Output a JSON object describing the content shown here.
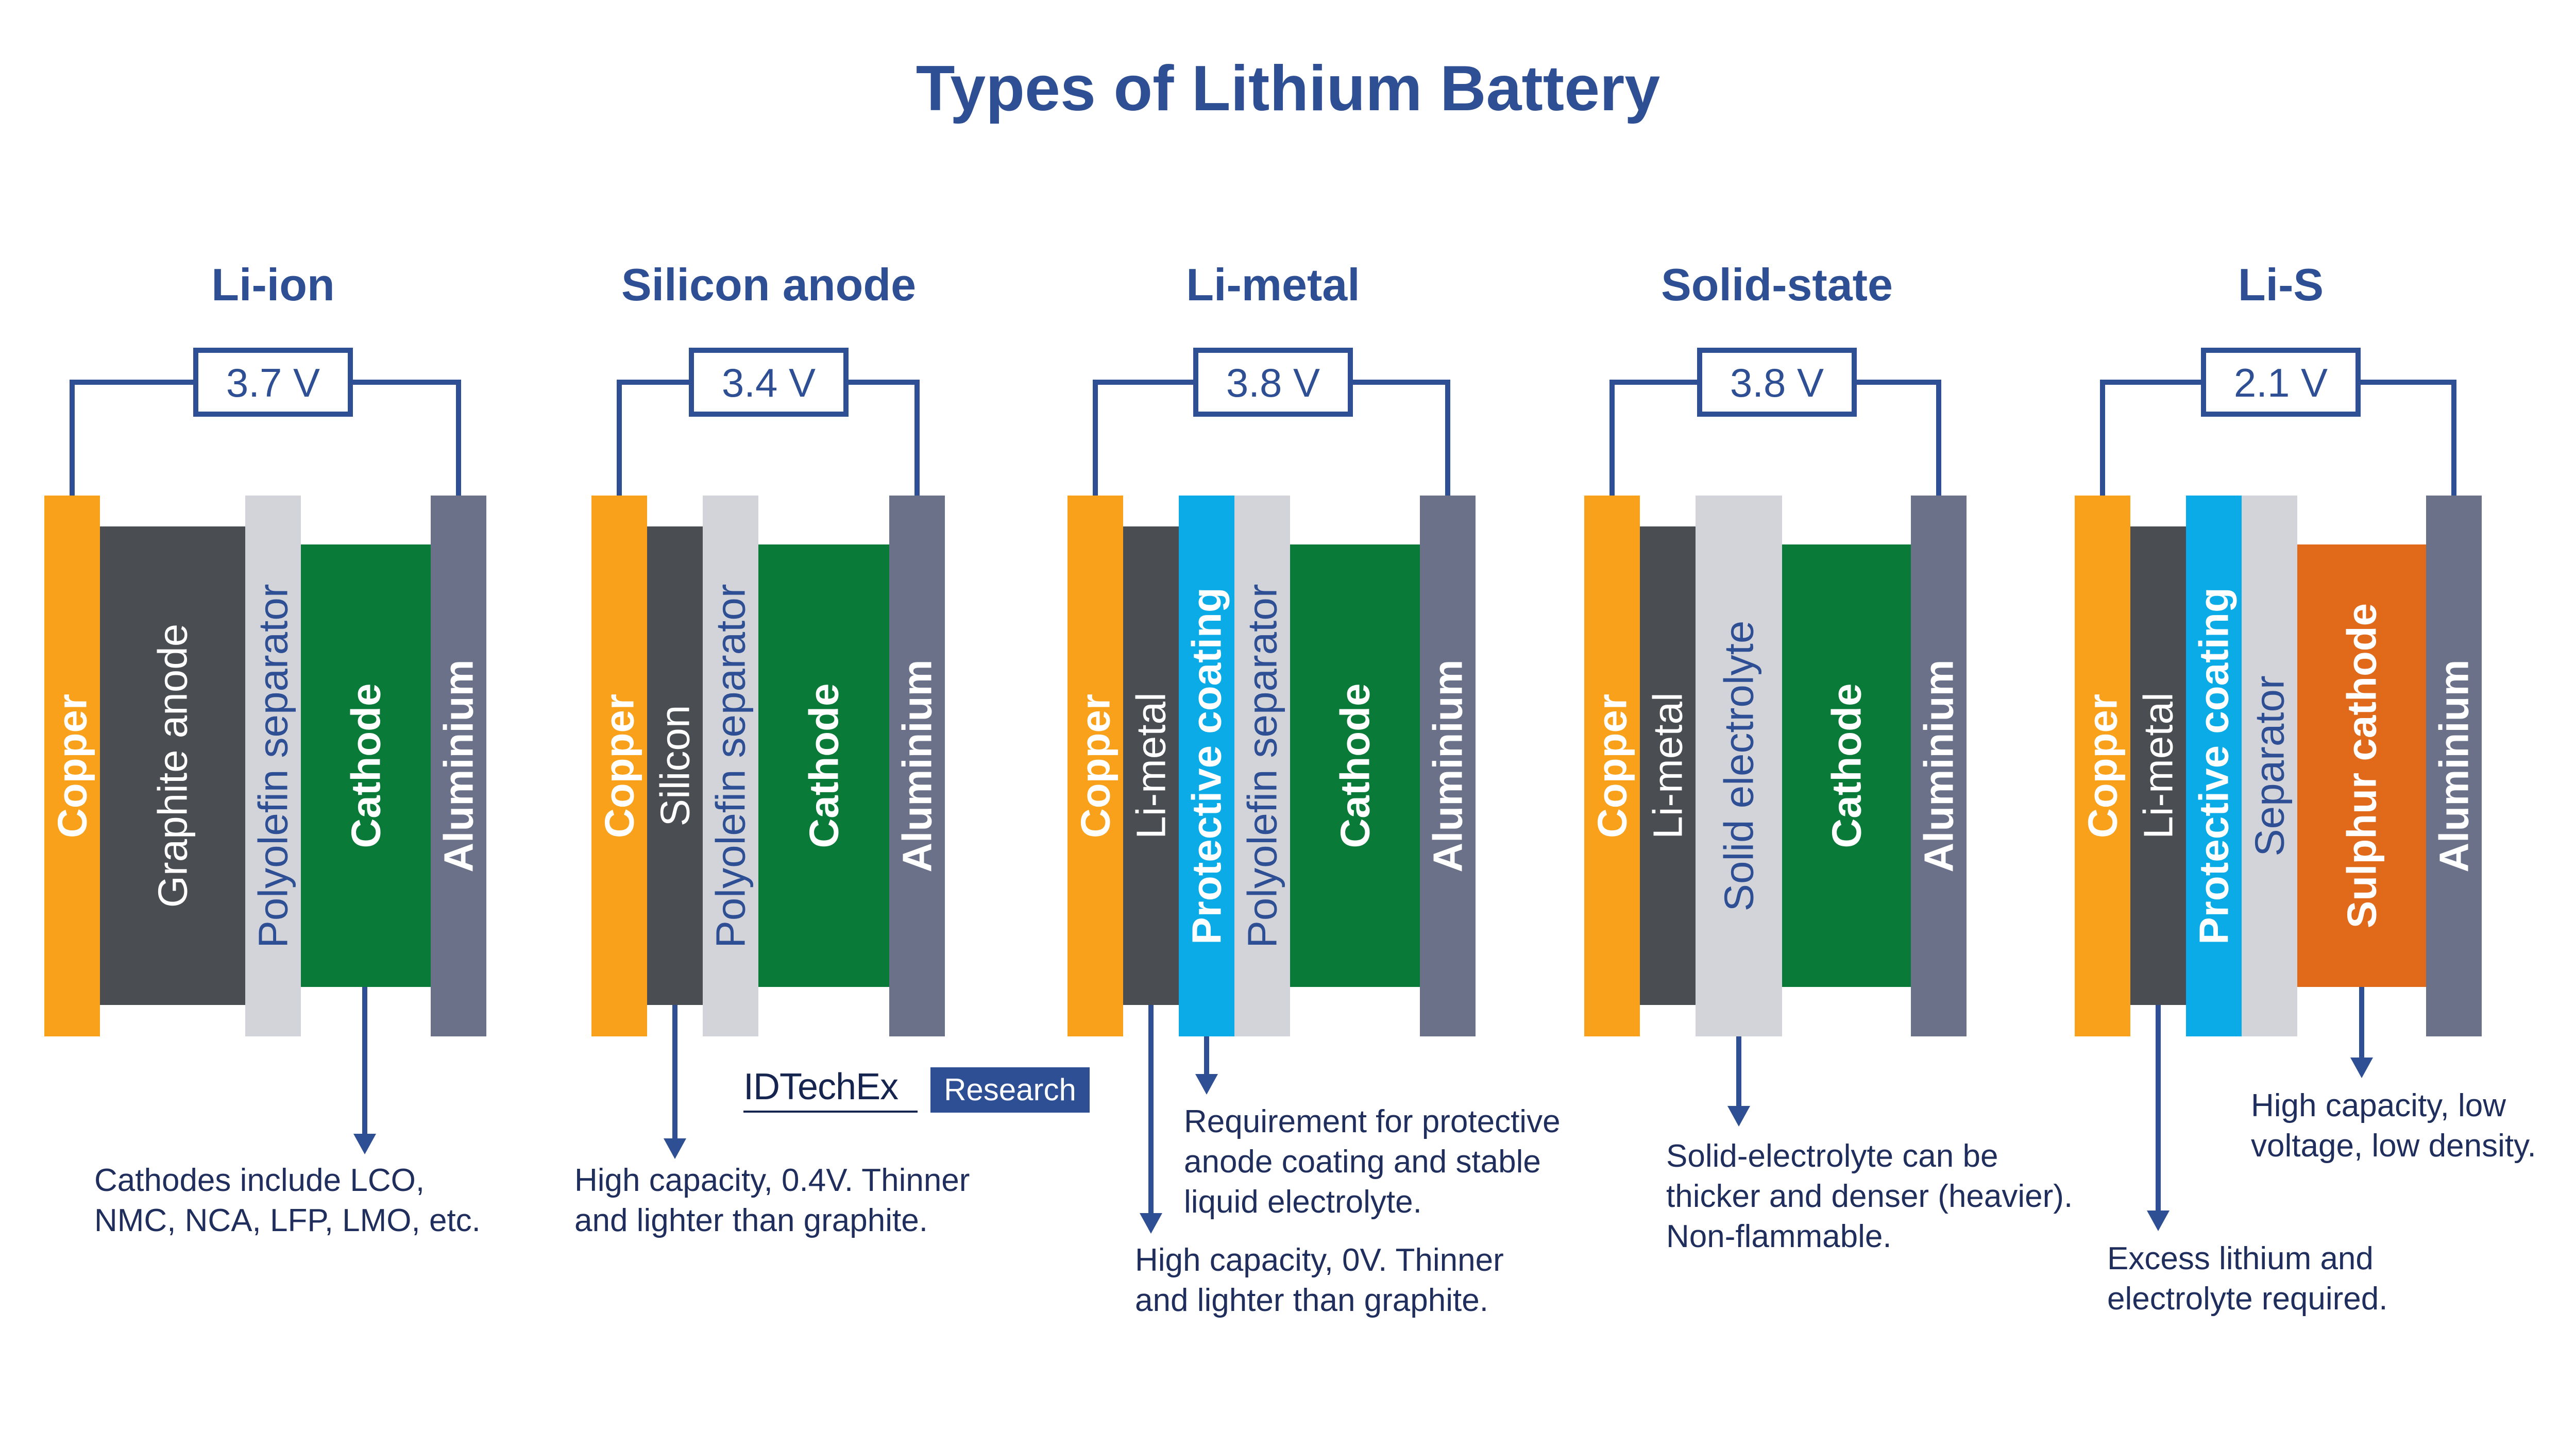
{
  "title": "Types of Lithium Battery",
  "brand": {
    "name": "IDTechEx",
    "tag": "Research"
  },
  "colors": {
    "copper": "#f9a11b",
    "dark_anode": "#4a4d52",
    "separator": "#d2d4da",
    "cathode": "#0a7a38",
    "aluminium": "#6a7189",
    "coating": "#0aabe6",
    "sulphur": "#e0691a",
    "heading": "#2e4f94",
    "text_dark": "#1f2e5c"
  },
  "batteries": [
    {
      "name": "Li-ion",
      "voltage": "3.7 V",
      "layers": [
        {
          "label": "Copper",
          "kind": "copper"
        },
        {
          "label": "Graphite anode",
          "kind": "dark"
        },
        {
          "label": "Polyolefin separator",
          "kind": "separator"
        },
        {
          "label": "Cathode",
          "kind": "cathode"
        },
        {
          "label": "Aluminium",
          "kind": "aluminium"
        }
      ],
      "notes": [
        {
          "lines": [
            "Cathodes include LCO,",
            "NMC, NCA, LFP, LMO, etc."
          ]
        }
      ]
    },
    {
      "name": "Silicon anode",
      "voltage": "3.4 V",
      "layers": [
        {
          "label": "Copper",
          "kind": "copper"
        },
        {
          "label": "Silicon",
          "kind": "dark"
        },
        {
          "label": "Polyolefin separator",
          "kind": "separator"
        },
        {
          "label": "Cathode",
          "kind": "cathode"
        },
        {
          "label": "Aluminium",
          "kind": "aluminium"
        }
      ],
      "notes": [
        {
          "lines": [
            "High capacity, 0.4V. Thinner",
            "and lighter than graphite."
          ]
        }
      ]
    },
    {
      "name": "Li-metal",
      "voltage": "3.8 V",
      "layers": [
        {
          "label": "Copper",
          "kind": "copper"
        },
        {
          "label": "Li-metal",
          "kind": "dark"
        },
        {
          "label": "Protective coating",
          "kind": "coating"
        },
        {
          "label": "Polyolefin separator",
          "kind": "separator"
        },
        {
          "label": "Cathode",
          "kind": "cathode"
        },
        {
          "label": "Aluminium",
          "kind": "aluminium"
        }
      ],
      "notes": [
        {
          "lines": [
            "Requirement for protective",
            "anode coating and stable",
            "liquid electrolyte."
          ]
        },
        {
          "lines": [
            "High capacity, 0V. Thinner",
            "and lighter than graphite."
          ]
        }
      ]
    },
    {
      "name": "Solid-state",
      "voltage": "3.8 V",
      "layers": [
        {
          "label": "Copper",
          "kind": "copper"
        },
        {
          "label": "Li-metal",
          "kind": "dark"
        },
        {
          "label": "Solid electrolyte",
          "kind": "separator"
        },
        {
          "label": "Cathode",
          "kind": "cathode"
        },
        {
          "label": "Aluminium",
          "kind": "aluminium"
        }
      ],
      "notes": [
        {
          "lines": [
            "Solid-electrolyte can be",
            "thicker and denser (heavier).",
            "Non-flammable."
          ]
        }
      ]
    },
    {
      "name": "Li-S",
      "voltage": "2.1 V",
      "layers": [
        {
          "label": "Copper",
          "kind": "copper"
        },
        {
          "label": "Li-metal",
          "kind": "dark"
        },
        {
          "label": "Protective coating",
          "kind": "coating"
        },
        {
          "label": "Separator",
          "kind": "separator"
        },
        {
          "label": "Sulphur cathode",
          "kind": "sulphur"
        },
        {
          "label": "Aluminium",
          "kind": "aluminium"
        }
      ],
      "notes": [
        {
          "lines": [
            "High capacity, low",
            "voltage, low density."
          ]
        },
        {
          "lines": [
            "Excess lithium and",
            "electrolyte required."
          ]
        }
      ]
    }
  ]
}
